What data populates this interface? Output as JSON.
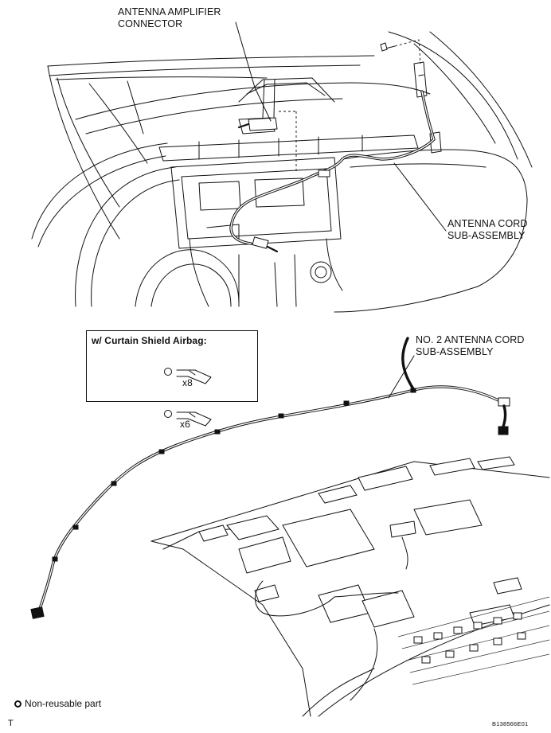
{
  "callouts": {
    "antenna_amplifier_connector": [
      "ANTENNA AMPLIFIER",
      "CONNECTOR"
    ],
    "antenna_cord_sub_assembly": [
      "ANTENNA CORD",
      "SUB-ASSEMBLY"
    ],
    "no2_antenna_cord_sub_assembly": [
      "NO. 2 ANTENNA CORD",
      "SUB-ASSEMBLY"
    ]
  },
  "curtain_box": {
    "title": "w/ Curtain Shield Airbag:",
    "quantity": "x8"
  },
  "outside_quantity": "x6",
  "legend": {
    "symbol": "non-reusable-circle-icon",
    "label": "Non-reusable part"
  },
  "footer_letter": "T",
  "figure_id": "B138566E01"
}
